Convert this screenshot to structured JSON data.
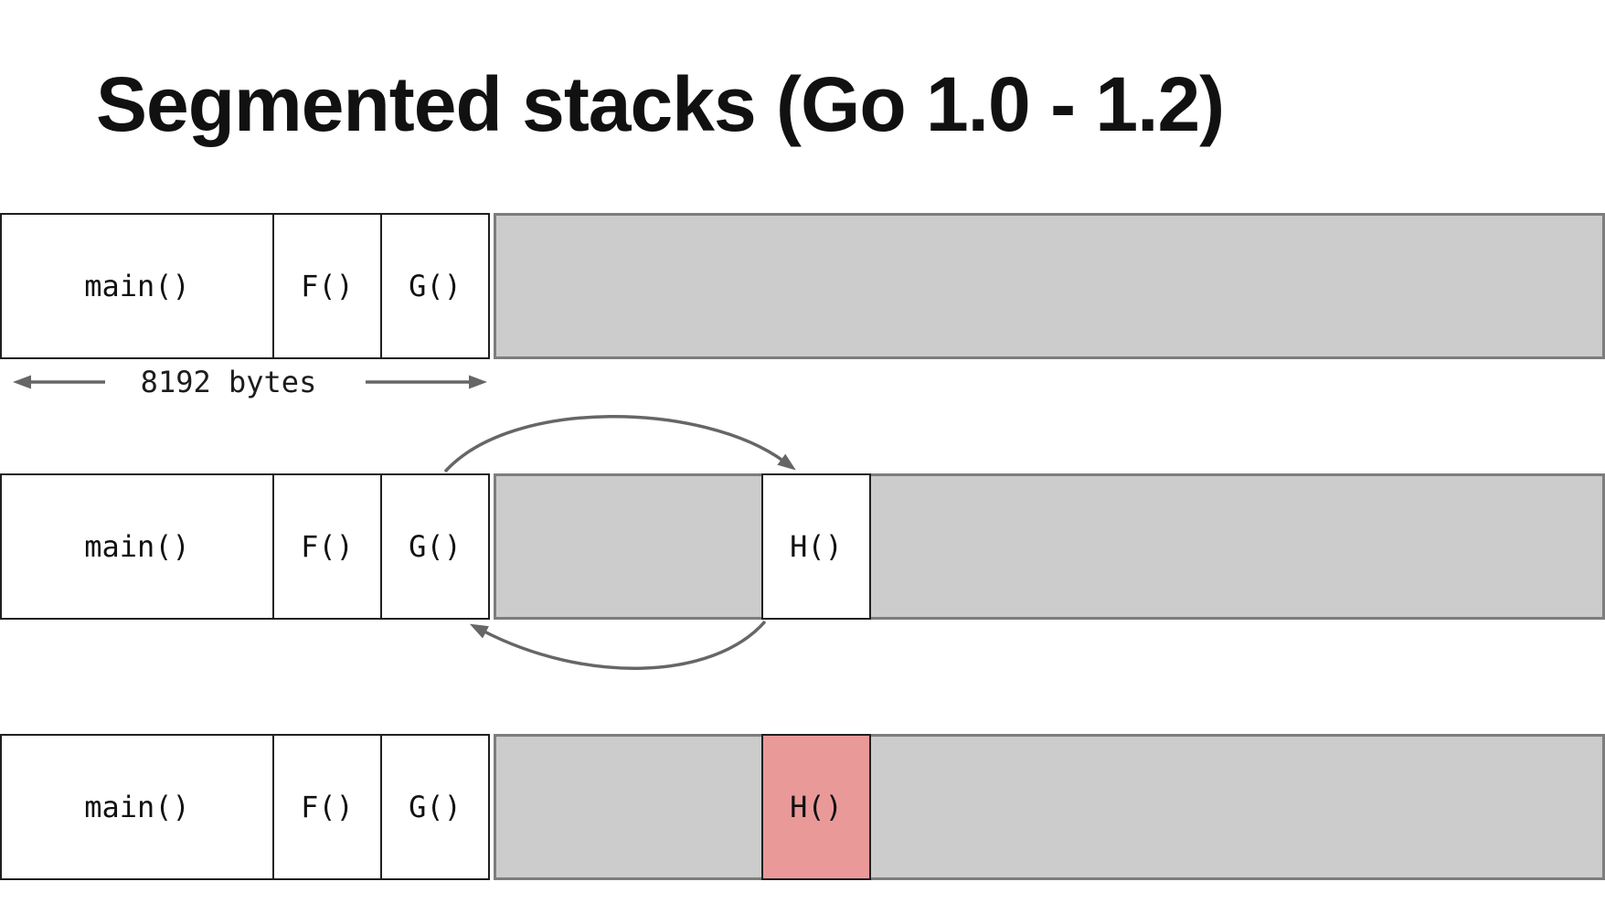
{
  "title": "Segmented stacks (Go 1.0 - 1.2)",
  "measure": {
    "label": "8192 bytes"
  },
  "rows": [
    {
      "name": "initial-stack-segment",
      "frames": [
        {
          "label": "main()"
        },
        {
          "label": "F()"
        },
        {
          "label": "G()"
        }
      ]
    },
    {
      "name": "stack-after-call-new-segment",
      "frames": [
        {
          "label": "main()"
        },
        {
          "label": "F()"
        },
        {
          "label": "G()"
        }
      ],
      "new_segment_frame": {
        "label": "H()"
      }
    },
    {
      "name": "stack-hot-split",
      "frames": [
        {
          "label": "main()"
        },
        {
          "label": "F()"
        },
        {
          "label": "G()"
        }
      ],
      "new_segment_frame": {
        "label": "H()"
      }
    }
  ],
  "icons": {
    "measure_arrow_left": "left-arrow",
    "measure_arrow_right": "right-arrow",
    "call_arrow": "curved-arrow-g-to-h",
    "return_arrow": "curved-arrow-h-to-g"
  },
  "colors": {
    "title_text": "#111111",
    "frame_border": "#1f1f1f",
    "free_segment_fill": "#cccccc",
    "free_segment_border": "#7d7d7d",
    "hot_frame_fill": "#ea9999",
    "arrow": "#666666"
  }
}
